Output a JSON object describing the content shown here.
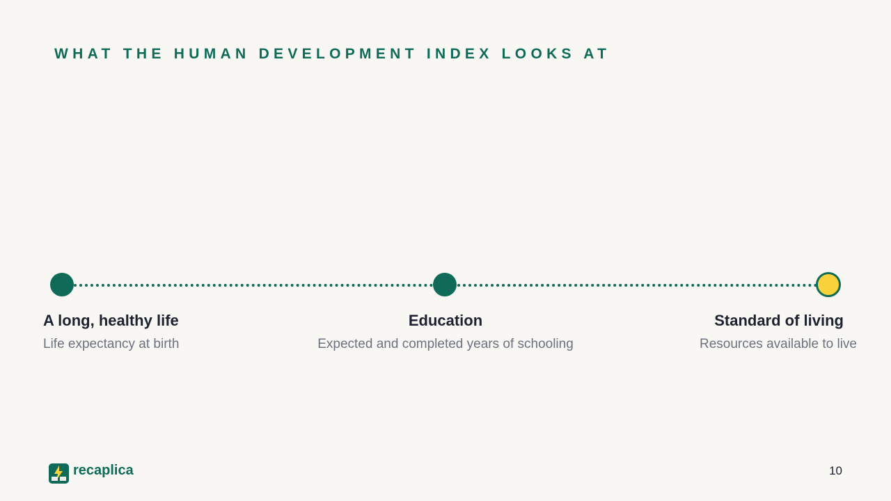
{
  "slide": {
    "title": "WHAT THE HUMAN DEVELOPMENT INDEX LOOKS AT",
    "page_number": "10"
  },
  "brand": {
    "name": "recaplica",
    "primary_color": "#0f6b57",
    "accent_color": "#f7d23b",
    "logo_icon": "lightning-book-icon"
  },
  "timeline": {
    "items": [
      {
        "title": "A long, healthy life",
        "description": "Life expectancy at birth",
        "marker": "filled"
      },
      {
        "title": "Education",
        "description": "Expected and completed years of schooling",
        "marker": "filled"
      },
      {
        "title": "Standard of living",
        "description": "Resources available to live",
        "marker": "accent"
      }
    ]
  }
}
